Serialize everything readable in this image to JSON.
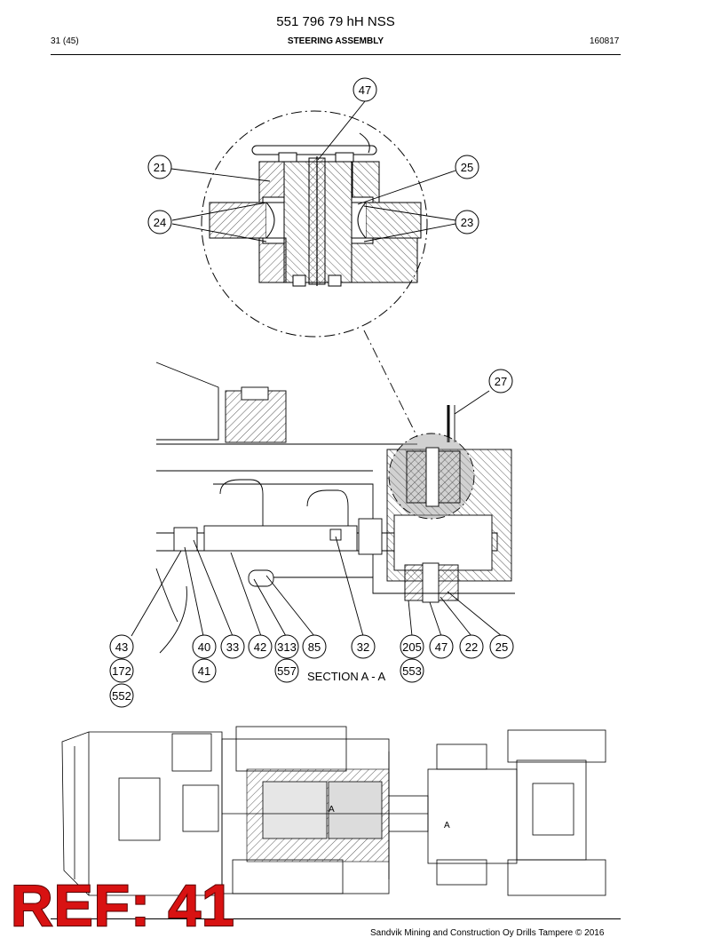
{
  "header": {
    "doc_number": "551 796 79 hH NSS",
    "page_index": "31 (45)",
    "section_title": "STEERING ASSEMBLY",
    "date_code": "160817"
  },
  "drawing": {
    "section_caption": "SECTION A - A",
    "balloons": [
      "47",
      "21",
      "25",
      "24",
      "23",
      "27",
      "43",
      "172",
      "552",
      "40",
      "41",
      "33",
      "42",
      "313",
      "557",
      "85",
      "32",
      "205",
      "553",
      "47",
      "22",
      "25"
    ],
    "section_marks": [
      "A",
      "A"
    ]
  },
  "footer": {
    "copyright": "Sandvik Mining and Construction Oy Drills Tampere © 2016"
  },
  "stamp": {
    "text": "REF: 41",
    "color": "#d81212"
  }
}
